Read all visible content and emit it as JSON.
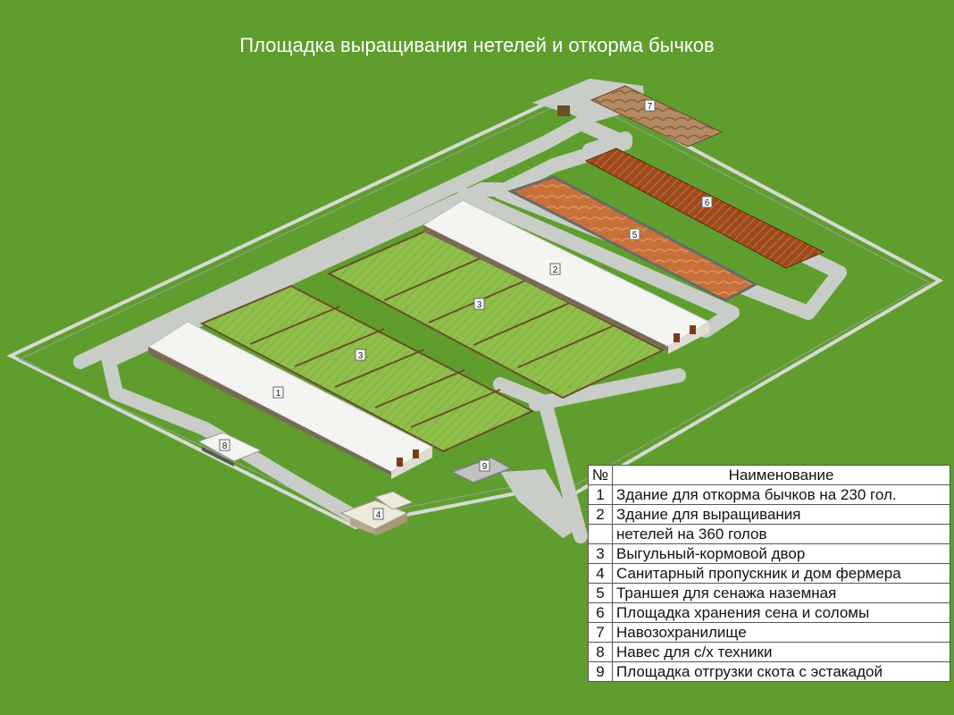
{
  "title": "Площадка выращивания нетелей и откорма бычков",
  "colors": {
    "grass": "#5f9e2e",
    "road": "#c9cdc7",
    "yard": "#8fbf4a",
    "roof": "#f4f4f0",
    "silage": "#c8703a",
    "hay": "#9c4a1e",
    "manure": "#b58a62",
    "fence": "#8a6b3a"
  },
  "markers": [
    "1",
    "2",
    "3",
    "3",
    "4",
    "5",
    "6",
    "7",
    "8",
    "9"
  ],
  "legend": {
    "header_num": "№",
    "header_name": "Наименование",
    "rows": [
      {
        "num": "1",
        "name": "Здание для откорма бычков на 230 гол."
      },
      {
        "num": "2",
        "name": "Здание для выращивания"
      },
      {
        "num": "",
        "name": "нетелей на 360 голов"
      },
      {
        "num": "3",
        "name": "Выгульный-кормовой двор"
      },
      {
        "num": "4",
        "name": "Санитарный пропускник и дом фермера"
      },
      {
        "num": "5",
        "name": "Траншея для сенажа наземная"
      },
      {
        "num": "6",
        "name": "Площадка хранения сена и соломы"
      },
      {
        "num": "7",
        "name": "Навозохранилище"
      },
      {
        "num": "8",
        "name": "Навес для с/х техники"
      },
      {
        "num": "9",
        "name": "Площадка отгрузки скота с эстакадой"
      }
    ]
  }
}
